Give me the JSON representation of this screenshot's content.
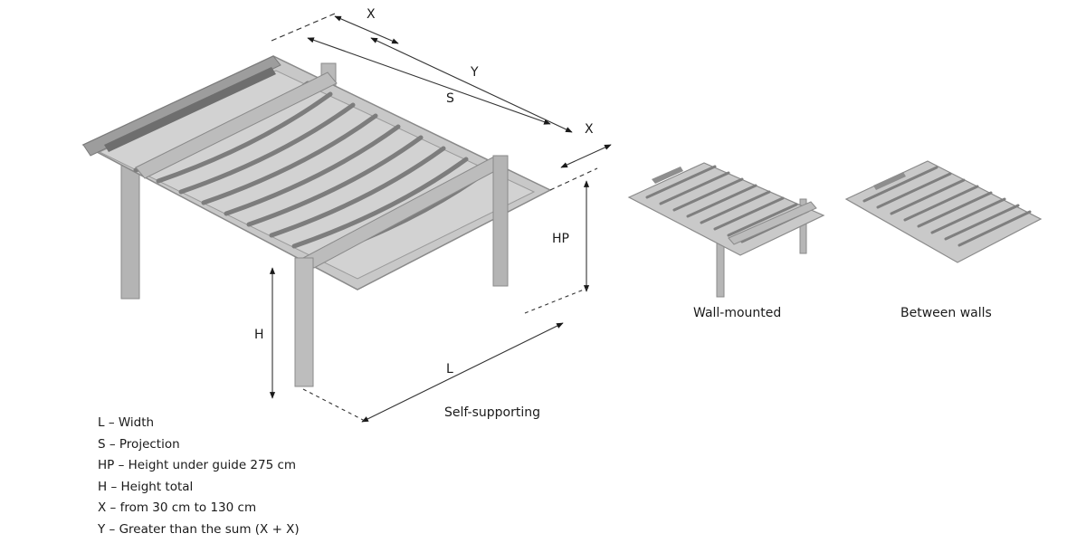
{
  "dimensions": {
    "x_top": "X",
    "y": "Y",
    "s": "S",
    "x_right": "X",
    "hp": "HP",
    "h": "H",
    "l": "L"
  },
  "captions": {
    "self_supporting": "Self-supporting",
    "wall_mounted": "Wall-mounted",
    "between_walls": "Between walls"
  },
  "legend": [
    "L – Width",
    "S – Projection",
    "HP – Height under guide 275 cm",
    "H – Height total",
    "X – from 30 cm to 130 cm",
    "Y – Greater than the sum (X + X)"
  ],
  "colors": {
    "frame": "#a9a9a9",
    "frame_dark": "#8a8a8a",
    "louvre": "#7d7d7d",
    "dimension_line": "#333333"
  }
}
